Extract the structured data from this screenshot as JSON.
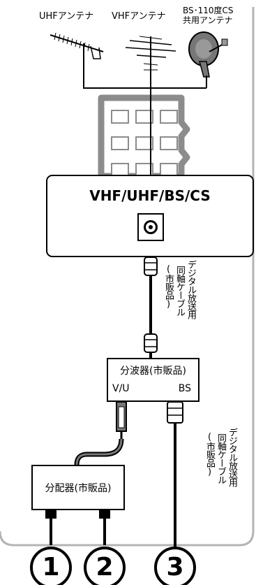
{
  "antennas": {
    "uhf_label": "UHFアンテナ",
    "vhf_label": "VHFアンテナ",
    "bs_label_line1": "BS･110度CS",
    "bs_label_line2": "共用アンテナ"
  },
  "terminal": {
    "title": "VHF/UHF/BS/CS"
  },
  "cable_labels": {
    "top_main": "デジタル放送用",
    "top_sub": "同軸ケーブル",
    "top_note": "(市販品)",
    "bottom_main": "デジタル放送用",
    "bottom_sub": "同軸ケーブル",
    "bottom_note": "(市販品)"
  },
  "splitter": {
    "title": "分波器(市販品)",
    "port_vu": "V/U",
    "port_bs": "BS"
  },
  "distributor": {
    "title": "分配器(市販品)"
  },
  "outputs": [
    "1",
    "2",
    "3"
  ],
  "colors": {
    "building": "#8c8c8c",
    "panel_border": "#b4b4b4",
    "line": "#000000"
  }
}
